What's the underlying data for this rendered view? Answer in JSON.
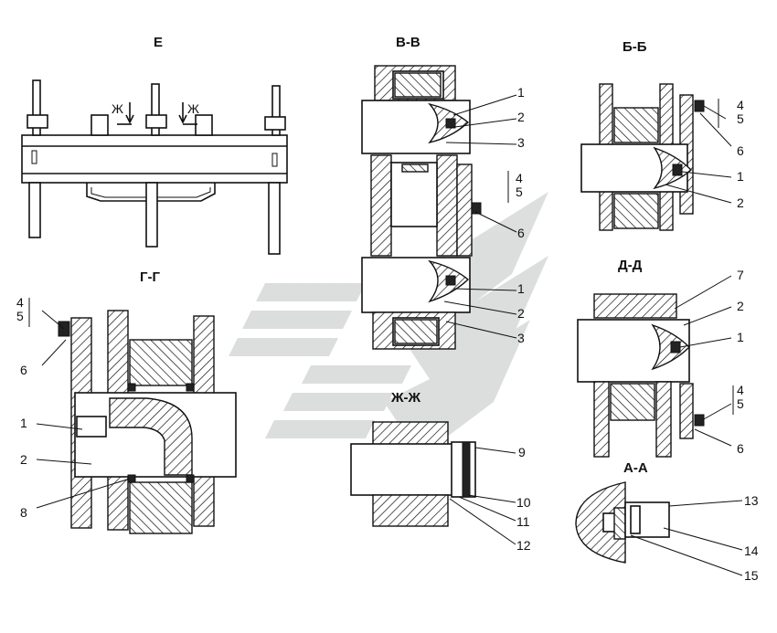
{
  "views": {
    "E": "Е",
    "VV": "В-В",
    "BB": "Б-Б",
    "GG": "Г-Г",
    "DD": "Д-Д",
    "ZhZh": "Ж-Ж",
    "AA": "А-А"
  },
  "markers": {
    "zh": "Ж"
  },
  "callouts": {
    "n1": "1",
    "n2": "2",
    "n3": "3",
    "n4": "4",
    "n5": "5",
    "n6": "6",
    "n7": "7",
    "n8": "8",
    "n9": "9",
    "n10": "10",
    "n11": "11",
    "n12": "12",
    "n13": "13",
    "n14": "14",
    "n15": "15"
  }
}
